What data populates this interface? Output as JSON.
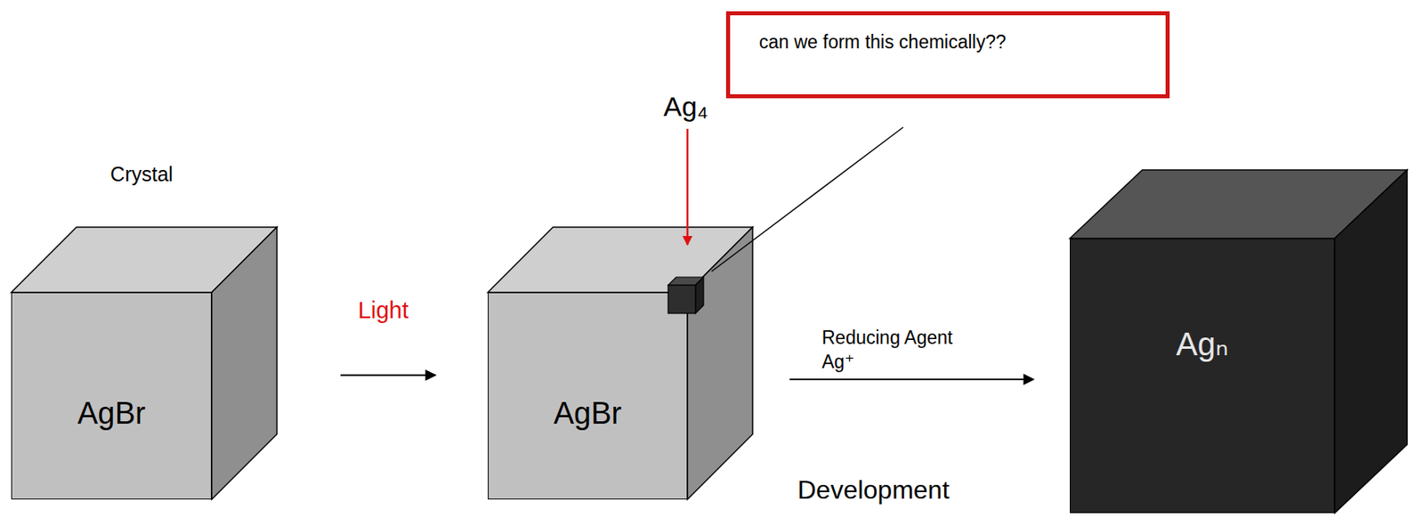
{
  "diagram": {
    "nodes": [
      {
        "text": [
          "Crystal",
          "AgBr"
        ]
      },
      {
        "text": [
          "AgBr"
        ]
      },
      {
        "text": [
          "can we form this chemically??"
        ]
      },
      {
        "text": [
          "Agₙ"
        ]
      }
    ],
    "edges": [
      {
        "from": 0,
        "to": 1,
        "arrow": "to",
        "label": "Light"
      },
      {
        "from": 1,
        "to": 3,
        "arrow": "to",
        "label": "Reducing Agent Ag⁺"
      }
    ],
    "labels": [
      "Ag₄",
      "Development"
    ]
  }
}
